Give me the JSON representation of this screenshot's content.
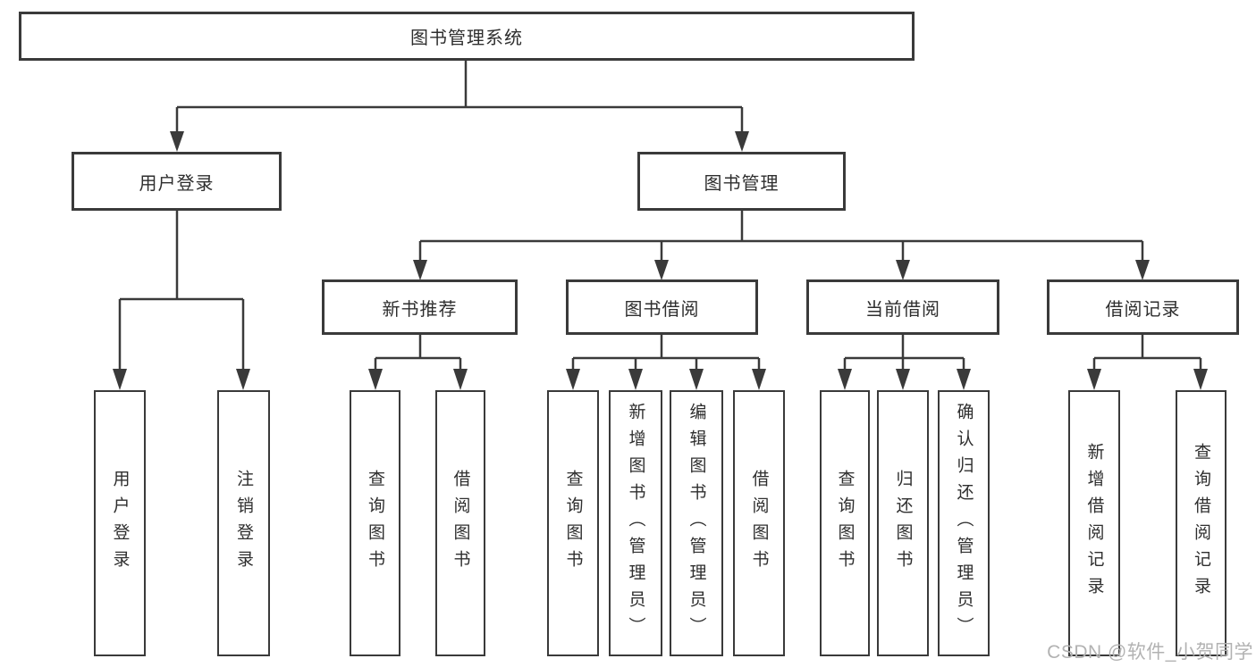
{
  "colors": {
    "line": "#3a3a3a",
    "text": "#2e2e2e",
    "background": "#ffffff",
    "watermark": "#b2b2b2"
  },
  "tree": {
    "root": {
      "label": "图书管理系统"
    },
    "branches": [
      {
        "label": "用户登录",
        "leaves": [
          {
            "label": "用户登录"
          },
          {
            "label": "注销登录"
          }
        ]
      },
      {
        "label": "图书管理",
        "groups": [
          {
            "label": "新书推荐",
            "leaves": [
              {
                "label": "查询图书"
              },
              {
                "label": "借阅图书"
              }
            ]
          },
          {
            "label": "图书借阅",
            "leaves": [
              {
                "label": "查询图书"
              },
              {
                "label": "新增图书（管理员）"
              },
              {
                "label": "编辑图书（管理员）"
              },
              {
                "label": "借阅图书"
              }
            ]
          },
          {
            "label": "当前借阅",
            "leaves": [
              {
                "label": "查询图书"
              },
              {
                "label": "归还图书"
              },
              {
                "label": "确认归还（管理员）"
              }
            ]
          },
          {
            "label": "借阅记录",
            "leaves": [
              {
                "label": "新增借阅记录"
              },
              {
                "label": "查询借阅记录"
              }
            ]
          }
        ]
      }
    ]
  },
  "watermark": {
    "text": "CSDN @软件_小贺同学"
  }
}
